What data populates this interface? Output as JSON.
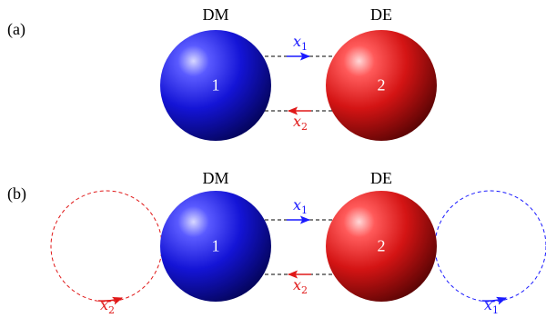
{
  "panels": [
    {
      "label": "(a)",
      "left_sphere": {
        "title": "DM",
        "number": "1",
        "color": "#1010c8"
      },
      "right_sphere": {
        "title": "DE",
        "number": "2",
        "color": "#d01010"
      },
      "top_flow": {
        "symbol": "x",
        "subscript": "1",
        "color": "#1a1aff",
        "direction": "left-to-right"
      },
      "bottom_flow": {
        "symbol": "x",
        "subscript": "2",
        "color": "#e01818",
        "direction": "right-to-left"
      }
    },
    {
      "label": "(b)",
      "left_sphere": {
        "title": "DM",
        "number": "1",
        "color": "#1010c8"
      },
      "right_sphere": {
        "title": "DE",
        "number": "2",
        "color": "#d01010"
      },
      "top_flow": {
        "symbol": "x",
        "subscript": "1",
        "color": "#1a1aff",
        "direction": "left-to-right"
      },
      "bottom_flow": {
        "symbol": "x",
        "subscript": "2",
        "color": "#e01818",
        "direction": "right-to-left"
      },
      "left_loop": {
        "symbol": "x",
        "subscript": "2",
        "color": "#e01818"
      },
      "right_loop": {
        "symbol": "x",
        "subscript": "1",
        "color": "#1a1aff"
      }
    }
  ]
}
